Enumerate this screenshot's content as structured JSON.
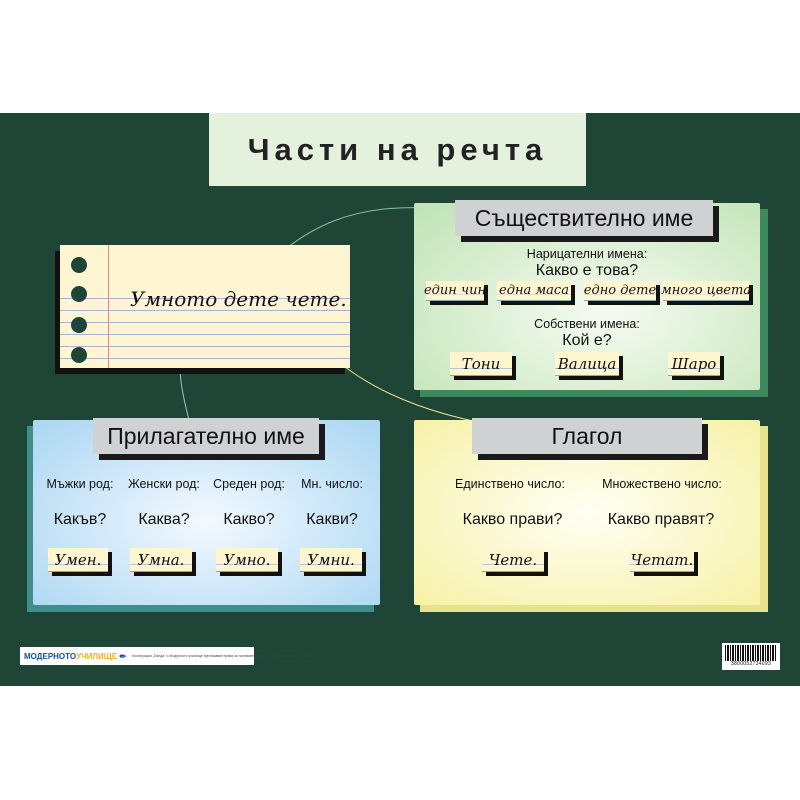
{
  "title": "Части на речта",
  "example_sentence": "Умното дете чете.",
  "noun": {
    "heading": "Съществително име",
    "common_label": "Нарицателни имена:",
    "common_question": "Какво е това?",
    "common_examples": [
      "един чин",
      "една маса",
      "едно дете",
      "много цвета"
    ],
    "proper_label": "Собствени имена:",
    "proper_question": "Кой е?",
    "proper_examples": [
      "Тони",
      "Валица",
      "Шаро"
    ]
  },
  "adjective": {
    "heading": "Прилагателно име",
    "columns": [
      {
        "label": "Мъжки род:",
        "question": "Какъв?",
        "example": "Умен."
      },
      {
        "label": "Женски род:",
        "question": "Каква?",
        "example": "Умна."
      },
      {
        "label": "Среден род:",
        "question": "Какво?",
        "example": "Умно."
      },
      {
        "label": "Мн. число:",
        "question": "Какви?",
        "example": "Умни."
      }
    ]
  },
  "verb": {
    "heading": "Глагол",
    "columns": [
      {
        "label": "Единствено число:",
        "question": "Какво прави?",
        "example": "Чете."
      },
      {
        "label": "Множествено число:",
        "question": "Какво правят?",
        "example": "Четат."
      }
    ]
  },
  "footer": {
    "logo_part1": "МОДЕРНОТО",
    "logo_part2": "УЧИЛИЩЕ",
    "copyright": "Кооперация „Панда\" и Модерното училище притежават права за ползване на изображенията. Тел. 02/ 9766721",
    "barcode_number": "3800052734093"
  },
  "colors": {
    "board": "#1e4535",
    "noun_panel": "#bfe3b4",
    "adjective_panel": "#a9d6f2",
    "verb_panel": "#f6f1a6",
    "header": "#cfd1d2"
  }
}
